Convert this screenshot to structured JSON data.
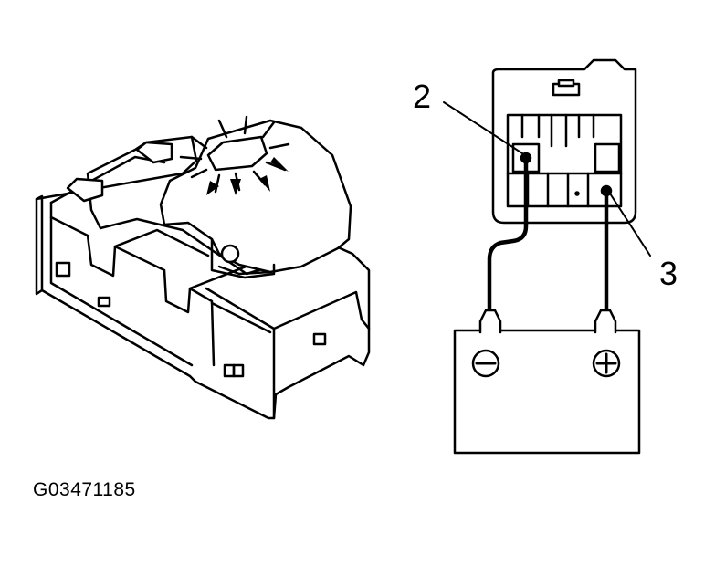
{
  "diagram": {
    "callouts": [
      {
        "id": "2",
        "text": "2"
      },
      {
        "id": "3",
        "text": "3"
      }
    ],
    "figure_code": "G03471185",
    "battery": {
      "negative_symbol": "minus-icon",
      "positive_symbol": "plus-icon"
    },
    "colors": {
      "line": "#000000",
      "background": "#ffffff"
    }
  }
}
